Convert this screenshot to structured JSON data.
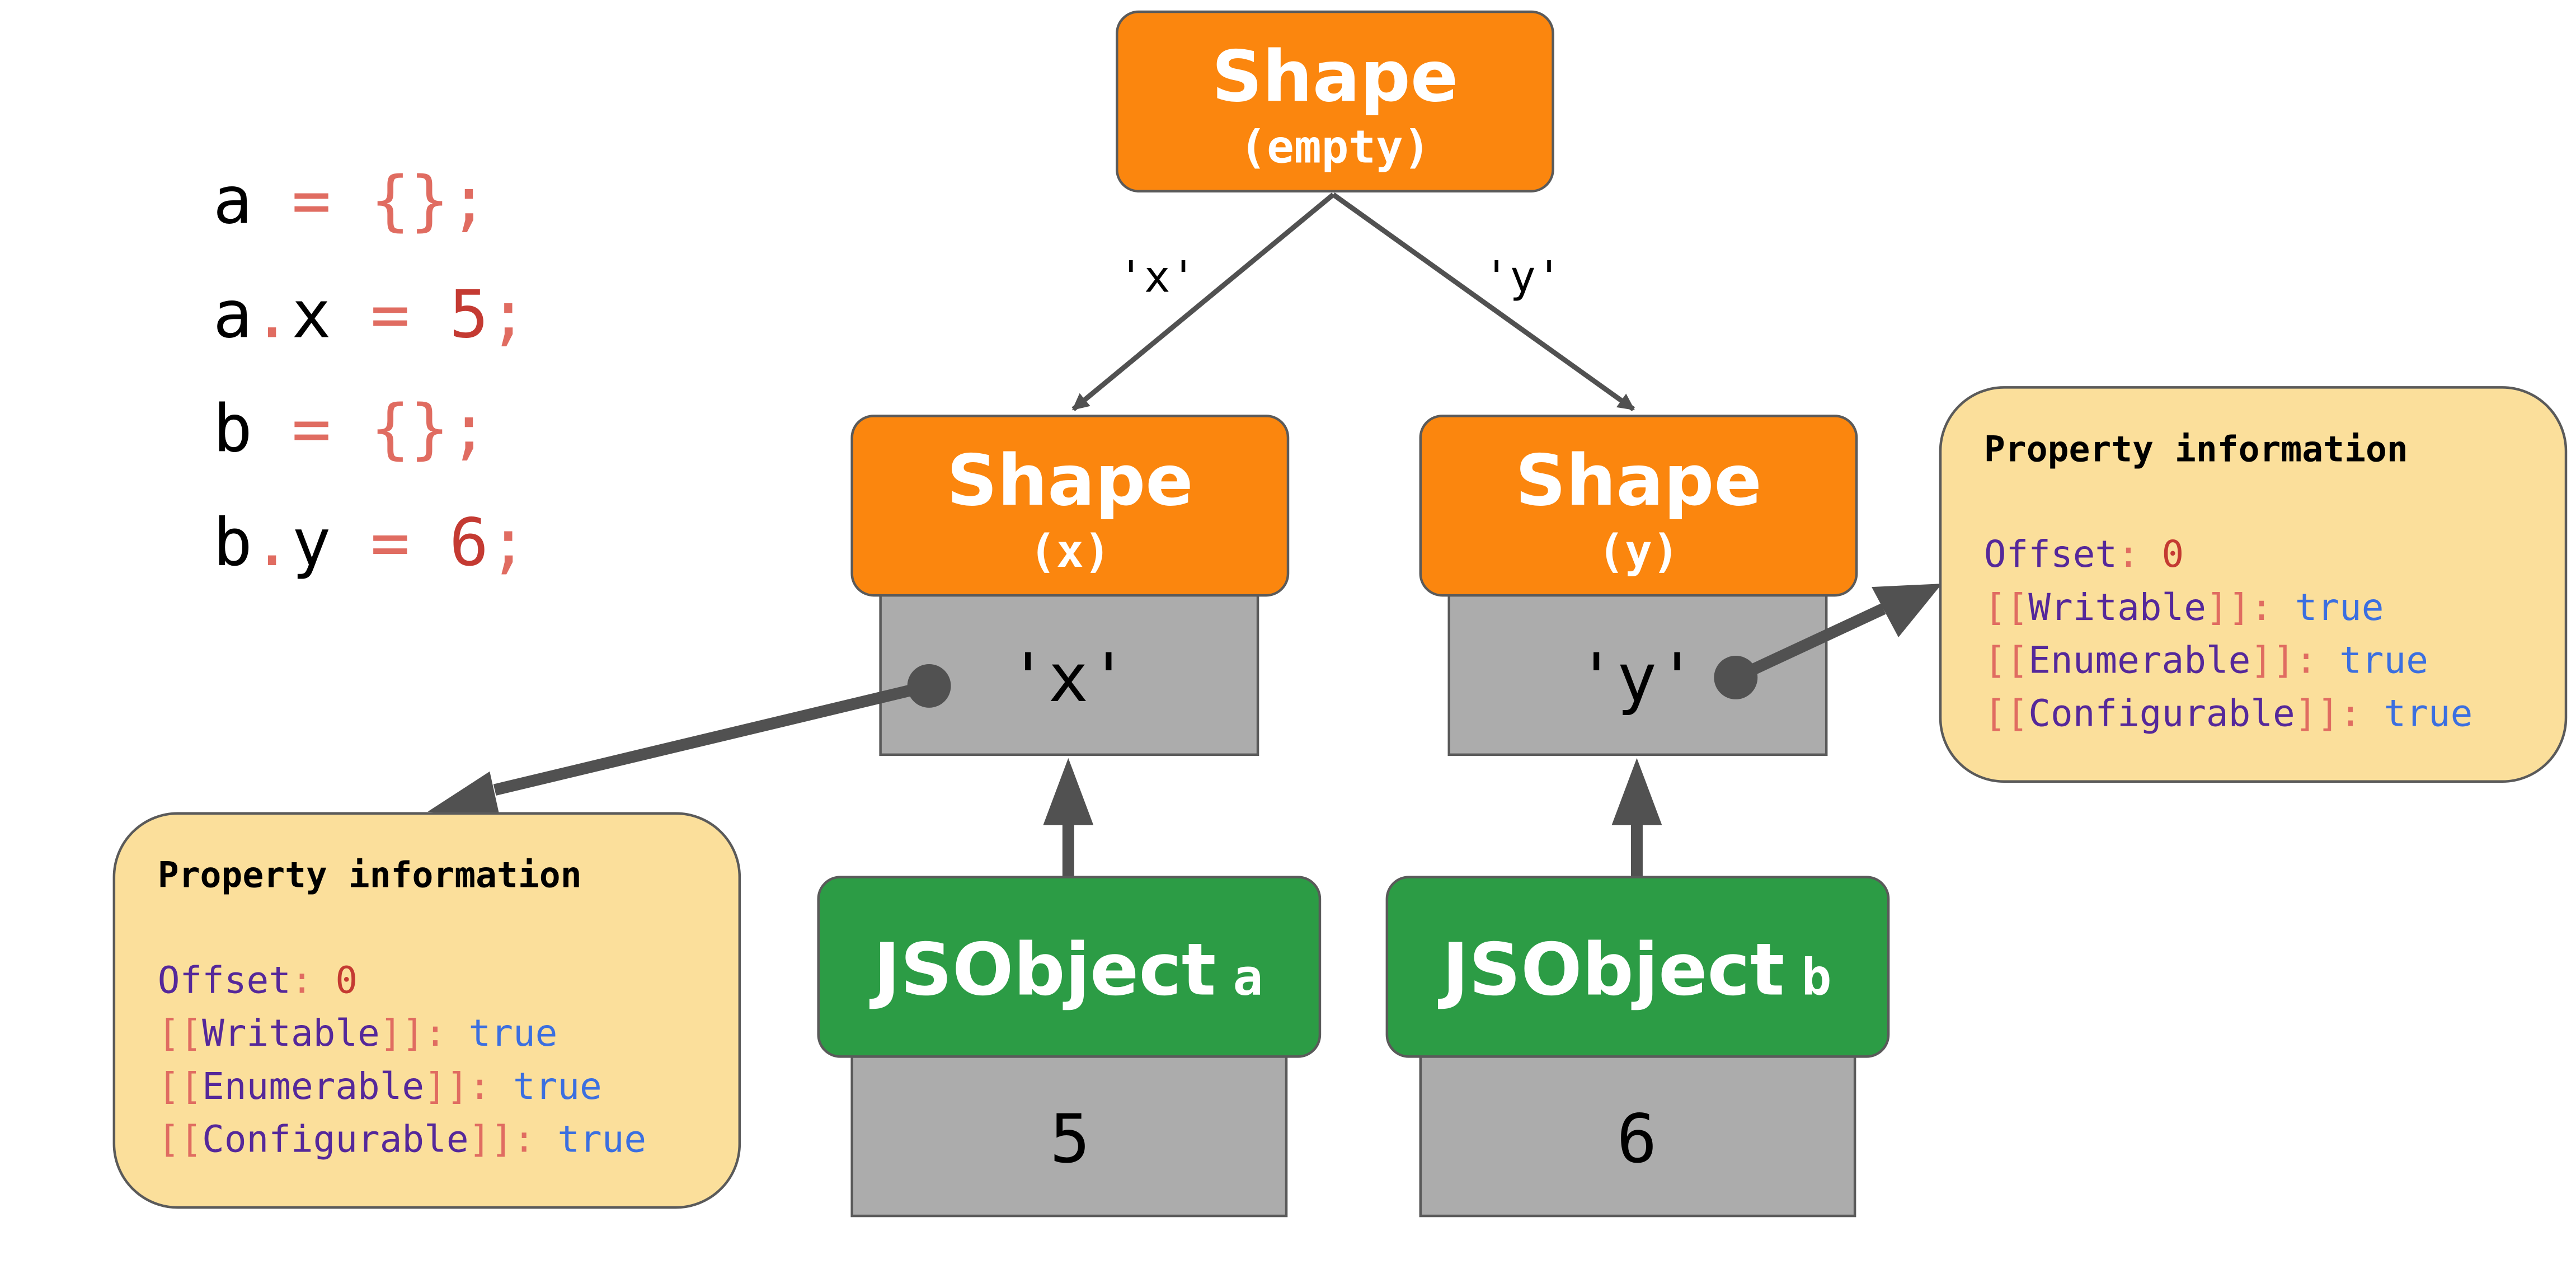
{
  "colors": {
    "orange": "#fb860e",
    "orange_stroke": "#5a5a5a",
    "green": "#2c9c45",
    "gray": "#acacac",
    "yellow": "#fbdf9b",
    "arrow": "#515151",
    "code_var": "#000000",
    "code_punct": "#e06c61",
    "code_number": "#c43a32",
    "prop_key": "#55289a",
    "prop_bracket": "#e06c61",
    "prop_zero": "#c43a32",
    "prop_true": "#3b6fe0"
  },
  "code": [
    {
      "parts": [
        {
          "t": "a",
          "c": "var"
        },
        {
          "t": " = ",
          "c": "punct"
        },
        {
          "t": "{}",
          "c": "punct"
        },
        {
          "t": ";",
          "c": "punct"
        }
      ]
    },
    {
      "parts": [
        {
          "t": "a",
          "c": "var"
        },
        {
          "t": ".",
          "c": "punct"
        },
        {
          "t": "x",
          "c": "var"
        },
        {
          "t": " = ",
          "c": "punct"
        },
        {
          "t": "5",
          "c": "number"
        },
        {
          "t": ";",
          "c": "punct"
        }
      ]
    },
    {
      "parts": [
        {
          "t": "b",
          "c": "var"
        },
        {
          "t": " = ",
          "c": "punct"
        },
        {
          "t": "{}",
          "c": "punct"
        },
        {
          "t": ";",
          "c": "punct"
        }
      ]
    },
    {
      "parts": [
        {
          "t": "b",
          "c": "var"
        },
        {
          "t": ".",
          "c": "punct"
        },
        {
          "t": "y",
          "c": "var"
        },
        {
          "t": " = ",
          "c": "punct"
        },
        {
          "t": "6",
          "c": "number"
        },
        {
          "t": ";",
          "c": "punct"
        }
      ]
    }
  ],
  "shapes": {
    "root": {
      "title": "Shape",
      "subtitle": "(empty)"
    },
    "x": {
      "title": "Shape",
      "subtitle": "(x)",
      "property": "'x'"
    },
    "y": {
      "title": "Shape",
      "subtitle": "(y)",
      "property": "'y'"
    }
  },
  "transitions": {
    "left": "'x'",
    "right": "'y'"
  },
  "objects": {
    "a": {
      "label": "JSObject",
      "name": "a",
      "value": "5"
    },
    "b": {
      "label": "JSObject",
      "name": "b",
      "value": "6"
    }
  },
  "property_info": {
    "title": "Property information",
    "offset_key": "Offset",
    "offset_sep": ": ",
    "offset_value": "0",
    "attributes": [
      {
        "key": "Writable",
        "value": "true"
      },
      {
        "key": "Enumerable",
        "value": "true"
      },
      {
        "key": "Configurable",
        "value": "true"
      }
    ],
    "open_bracket": "[[",
    "close_bracket": "]]",
    "sep": ": "
  }
}
